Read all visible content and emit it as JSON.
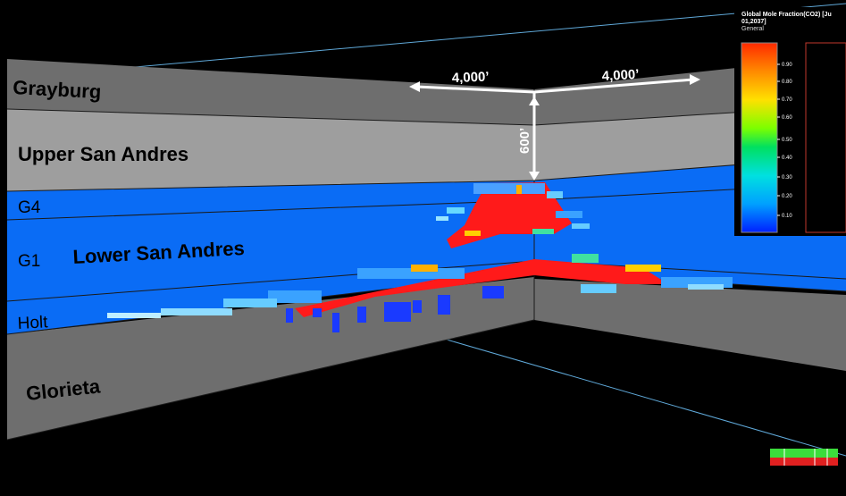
{
  "layers": [
    {
      "name": "grayburg",
      "label": "Grayburg",
      "color": "#6e6e6e"
    },
    {
      "name": "upper-san-andres",
      "label": "Upper San Andres",
      "color": "#9e9e9e"
    },
    {
      "name": "g4",
      "label": "G4",
      "color": "#0a6cf5"
    },
    {
      "name": "g1",
      "label": "G1",
      "color": "#0a6cf5"
    },
    {
      "name": "lower-san-andres",
      "label": "Lower San Andres",
      "color": "#0a6cf5"
    },
    {
      "name": "holt",
      "label": "Holt",
      "color": "#0a6cf5"
    },
    {
      "name": "glorieta",
      "label": "Glorieta",
      "color": "#7a7a7a"
    }
  ],
  "dimensions": {
    "left": "4,000’",
    "right": "4,000’",
    "vertical": "600’"
  },
  "legend": {
    "title_line1": "Global Mole Fraction(CO2) [Ju",
    "title_line2": "01,2037]",
    "subtitle": "General",
    "ticks": [
      "0.90",
      "0.80",
      "0.70",
      "0.60",
      "0.50",
      "0.40",
      "0.30",
      "0.20",
      "0.10"
    ]
  },
  "colors": {
    "background": "#000000",
    "co2_high": "#ff1a1a",
    "co2_low": "#0a6cf5"
  }
}
